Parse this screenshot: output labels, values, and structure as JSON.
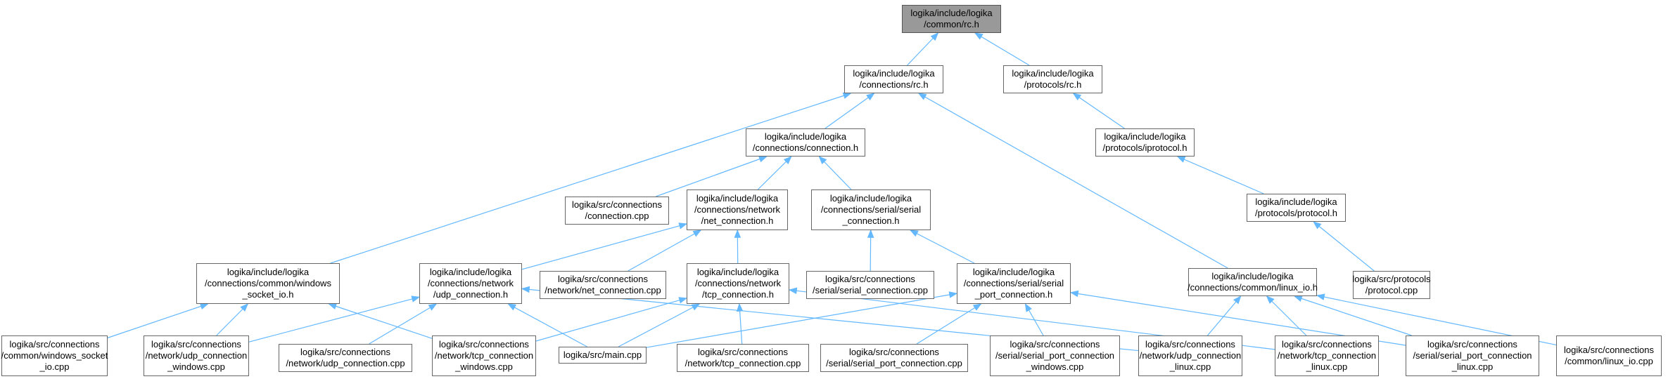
{
  "nodes": [
    {
      "id": "common_rc_h",
      "lines": [
        "logika/include/logika",
        "/common/rc.h"
      ],
      "root": true
    },
    {
      "id": "connections_rc_h",
      "lines": [
        "logika/include/logika",
        "/connections/rc.h"
      ]
    },
    {
      "id": "protocols_rc_h",
      "lines": [
        "logika/include/logika",
        "/protocols/rc.h"
      ]
    },
    {
      "id": "connection_h",
      "lines": [
        "logika/include/logika",
        "/connections/connection.h"
      ]
    },
    {
      "id": "iprotocol_h",
      "lines": [
        "logika/include/logika",
        "/protocols/iprotocol.h"
      ]
    },
    {
      "id": "connection_cpp",
      "lines": [
        "logika/src/connections",
        "/connection.cpp"
      ]
    },
    {
      "id": "net_connection_h",
      "lines": [
        "logika/include/logika",
        "/connections/network",
        "/net_connection.h"
      ]
    },
    {
      "id": "serial_connection_h",
      "lines": [
        "logika/include/logika",
        "/connections/serial/serial",
        "_connection.h"
      ]
    },
    {
      "id": "protocol_h",
      "lines": [
        "logika/include/logika",
        "/protocols/protocol.h"
      ]
    },
    {
      "id": "windows_socket_io_h",
      "lines": [
        "logika/include/logika",
        "/connections/common/windows",
        "_socket_io.h"
      ]
    },
    {
      "id": "udp_connection_h",
      "lines": [
        "logika/include/logika",
        "/connections/network",
        "/udp_connection.h"
      ]
    },
    {
      "id": "net_connection_cpp",
      "lines": [
        "logika/src/connections",
        "/network/net_connection.cpp"
      ]
    },
    {
      "id": "tcp_connection_h",
      "lines": [
        "logika/include/logika",
        "/connections/network",
        "/tcp_connection.h"
      ]
    },
    {
      "id": "serial_connection_cpp",
      "lines": [
        "logika/src/connections",
        "/serial/serial_connection.cpp"
      ]
    },
    {
      "id": "serial_port_connection_h",
      "lines": [
        "logika/include/logika",
        "/connections/serial/serial",
        "_port_connection.h"
      ]
    },
    {
      "id": "linux_io_h",
      "lines": [
        "logika/include/logika",
        "/connections/common/linux_io.h"
      ]
    },
    {
      "id": "protocol_cpp",
      "lines": [
        "logika/src/protocols",
        "/protocol.cpp"
      ]
    },
    {
      "id": "windows_socket_io_cpp",
      "lines": [
        "logika/src/connections",
        "/common/windows_socket",
        "_io.cpp"
      ]
    },
    {
      "id": "udp_connection_windows_cpp",
      "lines": [
        "logika/src/connections",
        "/network/udp_connection",
        "_windows.cpp"
      ]
    },
    {
      "id": "udp_connection_cpp",
      "lines": [
        "logika/src/connections",
        "/network/udp_connection.cpp"
      ]
    },
    {
      "id": "tcp_connection_windows_cpp",
      "lines": [
        "logika/src/connections",
        "/network/tcp_connection",
        "_windows.cpp"
      ]
    },
    {
      "id": "main_cpp",
      "lines": [
        "logika/src/main.cpp"
      ]
    },
    {
      "id": "tcp_connection_cpp",
      "lines": [
        "logika/src/connections",
        "/network/tcp_connection.cpp"
      ]
    },
    {
      "id": "serial_port_connection_cpp",
      "lines": [
        "logika/src/connections",
        "/serial/serial_port_connection.cpp"
      ]
    },
    {
      "id": "serial_port_connection_windows_cpp",
      "lines": [
        "logika/src/connections",
        "/serial/serial_port_connection",
        "_windows.cpp"
      ]
    },
    {
      "id": "udp_connection_linux_cpp",
      "lines": [
        "logika/src/connections",
        "/network/udp_connection",
        "_linux.cpp"
      ]
    },
    {
      "id": "tcp_connection_linux_cpp",
      "lines": [
        "logika/src/connections",
        "/network/tcp_connection",
        "_linux.cpp"
      ]
    },
    {
      "id": "serial_port_connection_linux_cpp",
      "lines": [
        "logika/src/connections",
        "/serial/serial_port_connection",
        "_linux.cpp"
      ]
    },
    {
      "id": "linux_io_cpp",
      "lines": [
        "logika/src/connections",
        "/common/linux_io.cpp"
      ]
    }
  ],
  "edges": [
    [
      "common_rc_h",
      "connections_rc_h"
    ],
    [
      "common_rc_h",
      "protocols_rc_h"
    ],
    [
      "connections_rc_h",
      "connection_h"
    ],
    [
      "connections_rc_h",
      "windows_socket_io_h"
    ],
    [
      "connections_rc_h",
      "linux_io_h"
    ],
    [
      "protocols_rc_h",
      "iprotocol_h"
    ],
    [
      "iprotocol_h",
      "protocol_h"
    ],
    [
      "protocol_h",
      "protocol_cpp"
    ],
    [
      "connection_h",
      "connection_cpp"
    ],
    [
      "connection_h",
      "net_connection_h"
    ],
    [
      "connection_h",
      "serial_connection_h"
    ],
    [
      "net_connection_h",
      "udp_connection_h"
    ],
    [
      "net_connection_h",
      "net_connection_cpp"
    ],
    [
      "net_connection_h",
      "tcp_connection_h"
    ],
    [
      "serial_connection_h",
      "serial_connection_cpp"
    ],
    [
      "serial_connection_h",
      "serial_port_connection_h"
    ],
    [
      "windows_socket_io_h",
      "windows_socket_io_cpp"
    ],
    [
      "windows_socket_io_h",
      "udp_connection_windows_cpp"
    ],
    [
      "windows_socket_io_h",
      "tcp_connection_windows_cpp"
    ],
    [
      "udp_connection_h",
      "udp_connection_windows_cpp"
    ],
    [
      "udp_connection_h",
      "udp_connection_cpp"
    ],
    [
      "udp_connection_h",
      "main_cpp"
    ],
    [
      "udp_connection_h",
      "udp_connection_linux_cpp"
    ],
    [
      "tcp_connection_h",
      "tcp_connection_windows_cpp"
    ],
    [
      "tcp_connection_h",
      "main_cpp"
    ],
    [
      "tcp_connection_h",
      "tcp_connection_cpp"
    ],
    [
      "tcp_connection_h",
      "tcp_connection_linux_cpp"
    ],
    [
      "serial_port_connection_h",
      "main_cpp"
    ],
    [
      "serial_port_connection_h",
      "serial_port_connection_cpp"
    ],
    [
      "serial_port_connection_h",
      "serial_port_connection_windows_cpp"
    ],
    [
      "serial_port_connection_h",
      "serial_port_connection_linux_cpp"
    ],
    [
      "linux_io_h",
      "udp_connection_linux_cpp"
    ],
    [
      "linux_io_h",
      "tcp_connection_linux_cpp"
    ],
    [
      "linux_io_h",
      "serial_port_connection_linux_cpp"
    ],
    [
      "linux_io_h",
      "linux_io_cpp"
    ]
  ],
  "colors": {
    "edge": "#63b8ff",
    "node_border": "#666666",
    "root_fill": "#999999",
    "node_fill": "#ffffff"
  }
}
